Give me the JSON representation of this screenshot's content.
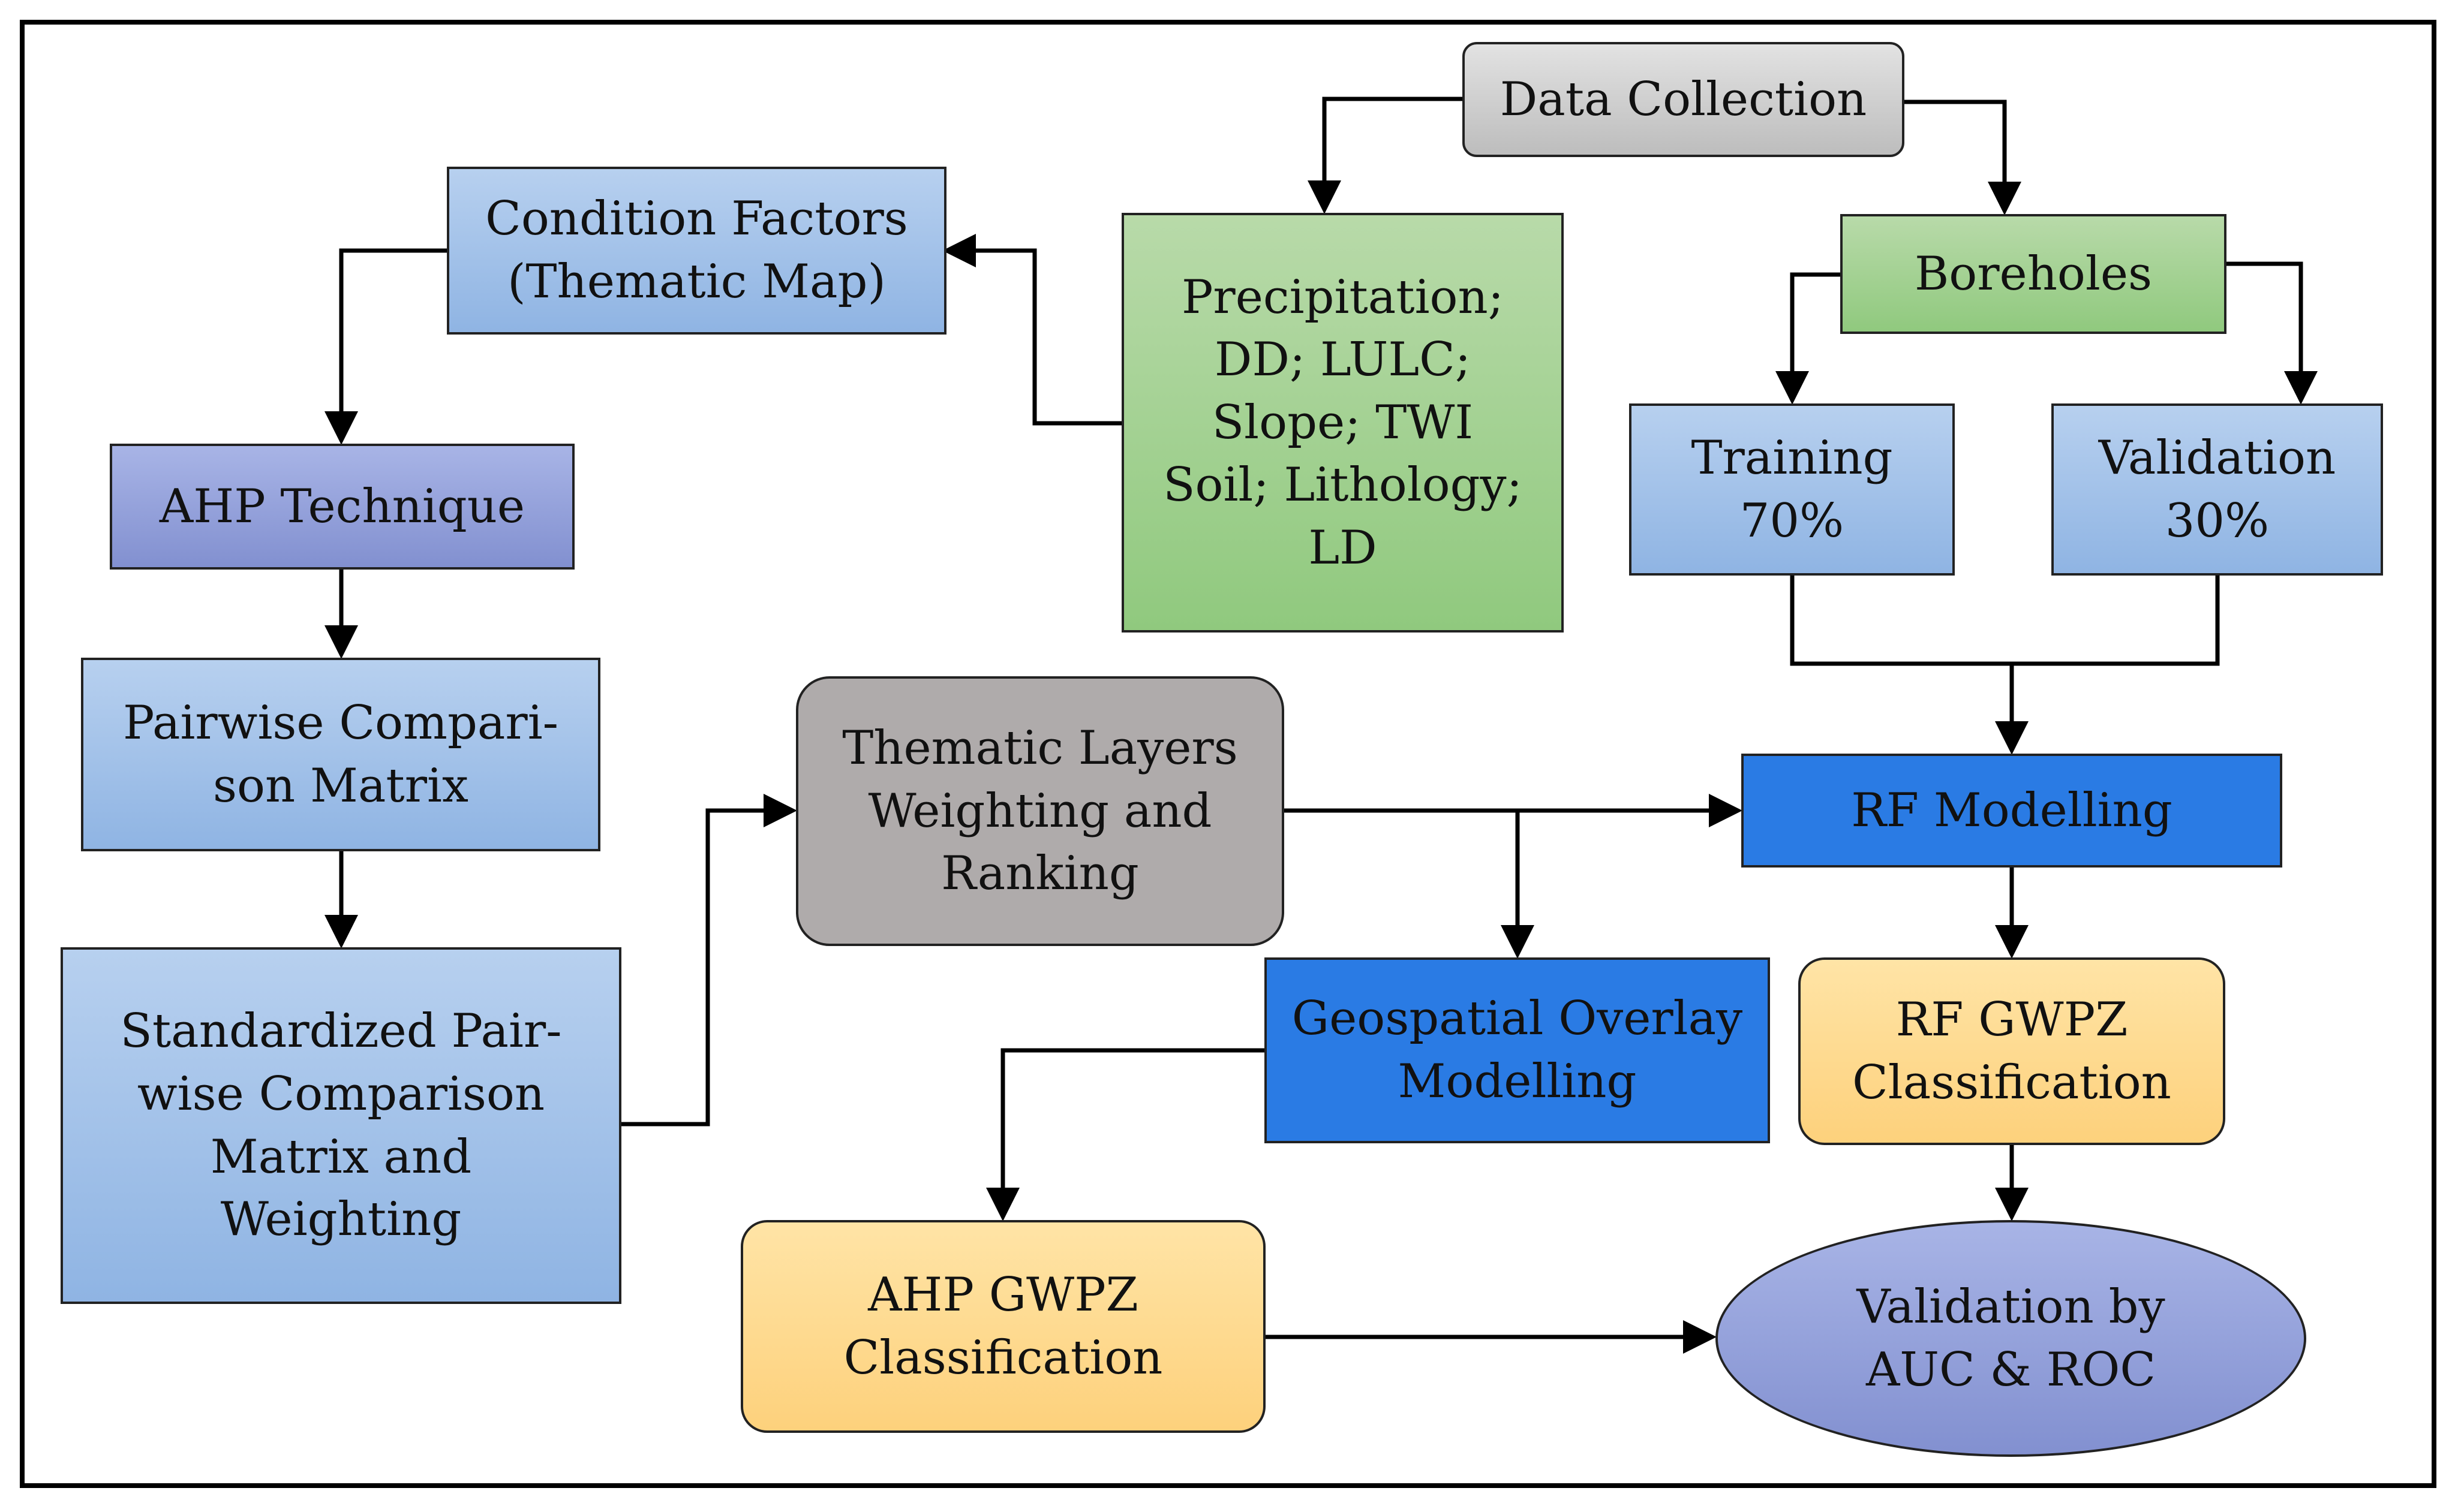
{
  "nodes": {
    "data_collection": "Data Collection",
    "condition_factors": "Condition Factors\n(Thematic Map)",
    "precipitation_factors": "Precipitation;\nDD; LULC;\nSlope; TWI\nSoil; Lithology;\nLD",
    "boreholes": "Boreholes",
    "training": "Training\n70%",
    "validation_split": "Validation\n30%",
    "ahp_technique": "AHP Technique",
    "pairwise_matrix": "Pairwise Compari-\nson Matrix",
    "standardized_matrix": "Standardized Pair-\nwise Comparison\nMatrix and\nWeighting",
    "thematic_layers": "Thematic Layers\nWeighting and\nRanking",
    "rf_modelling": "RF Modelling",
    "geospatial_overlay": "Geospatial Overlay\nModelling",
    "rf_gwpz": "RF GWPZ\nClassification",
    "ahp_gwpz": "AHP GWPZ\nClassification",
    "validation_auc": "Validation by\nAUC & ROC"
  },
  "colors": {
    "grey_light": "#cfcfcf",
    "grey_dark": "#afabab",
    "blue_light": "#a3c2e9",
    "purple": "#8f9bd8",
    "green": "#a6d195",
    "blue_deep": "#2a7be4",
    "yellow": "#fedb91",
    "line": "#000000"
  }
}
